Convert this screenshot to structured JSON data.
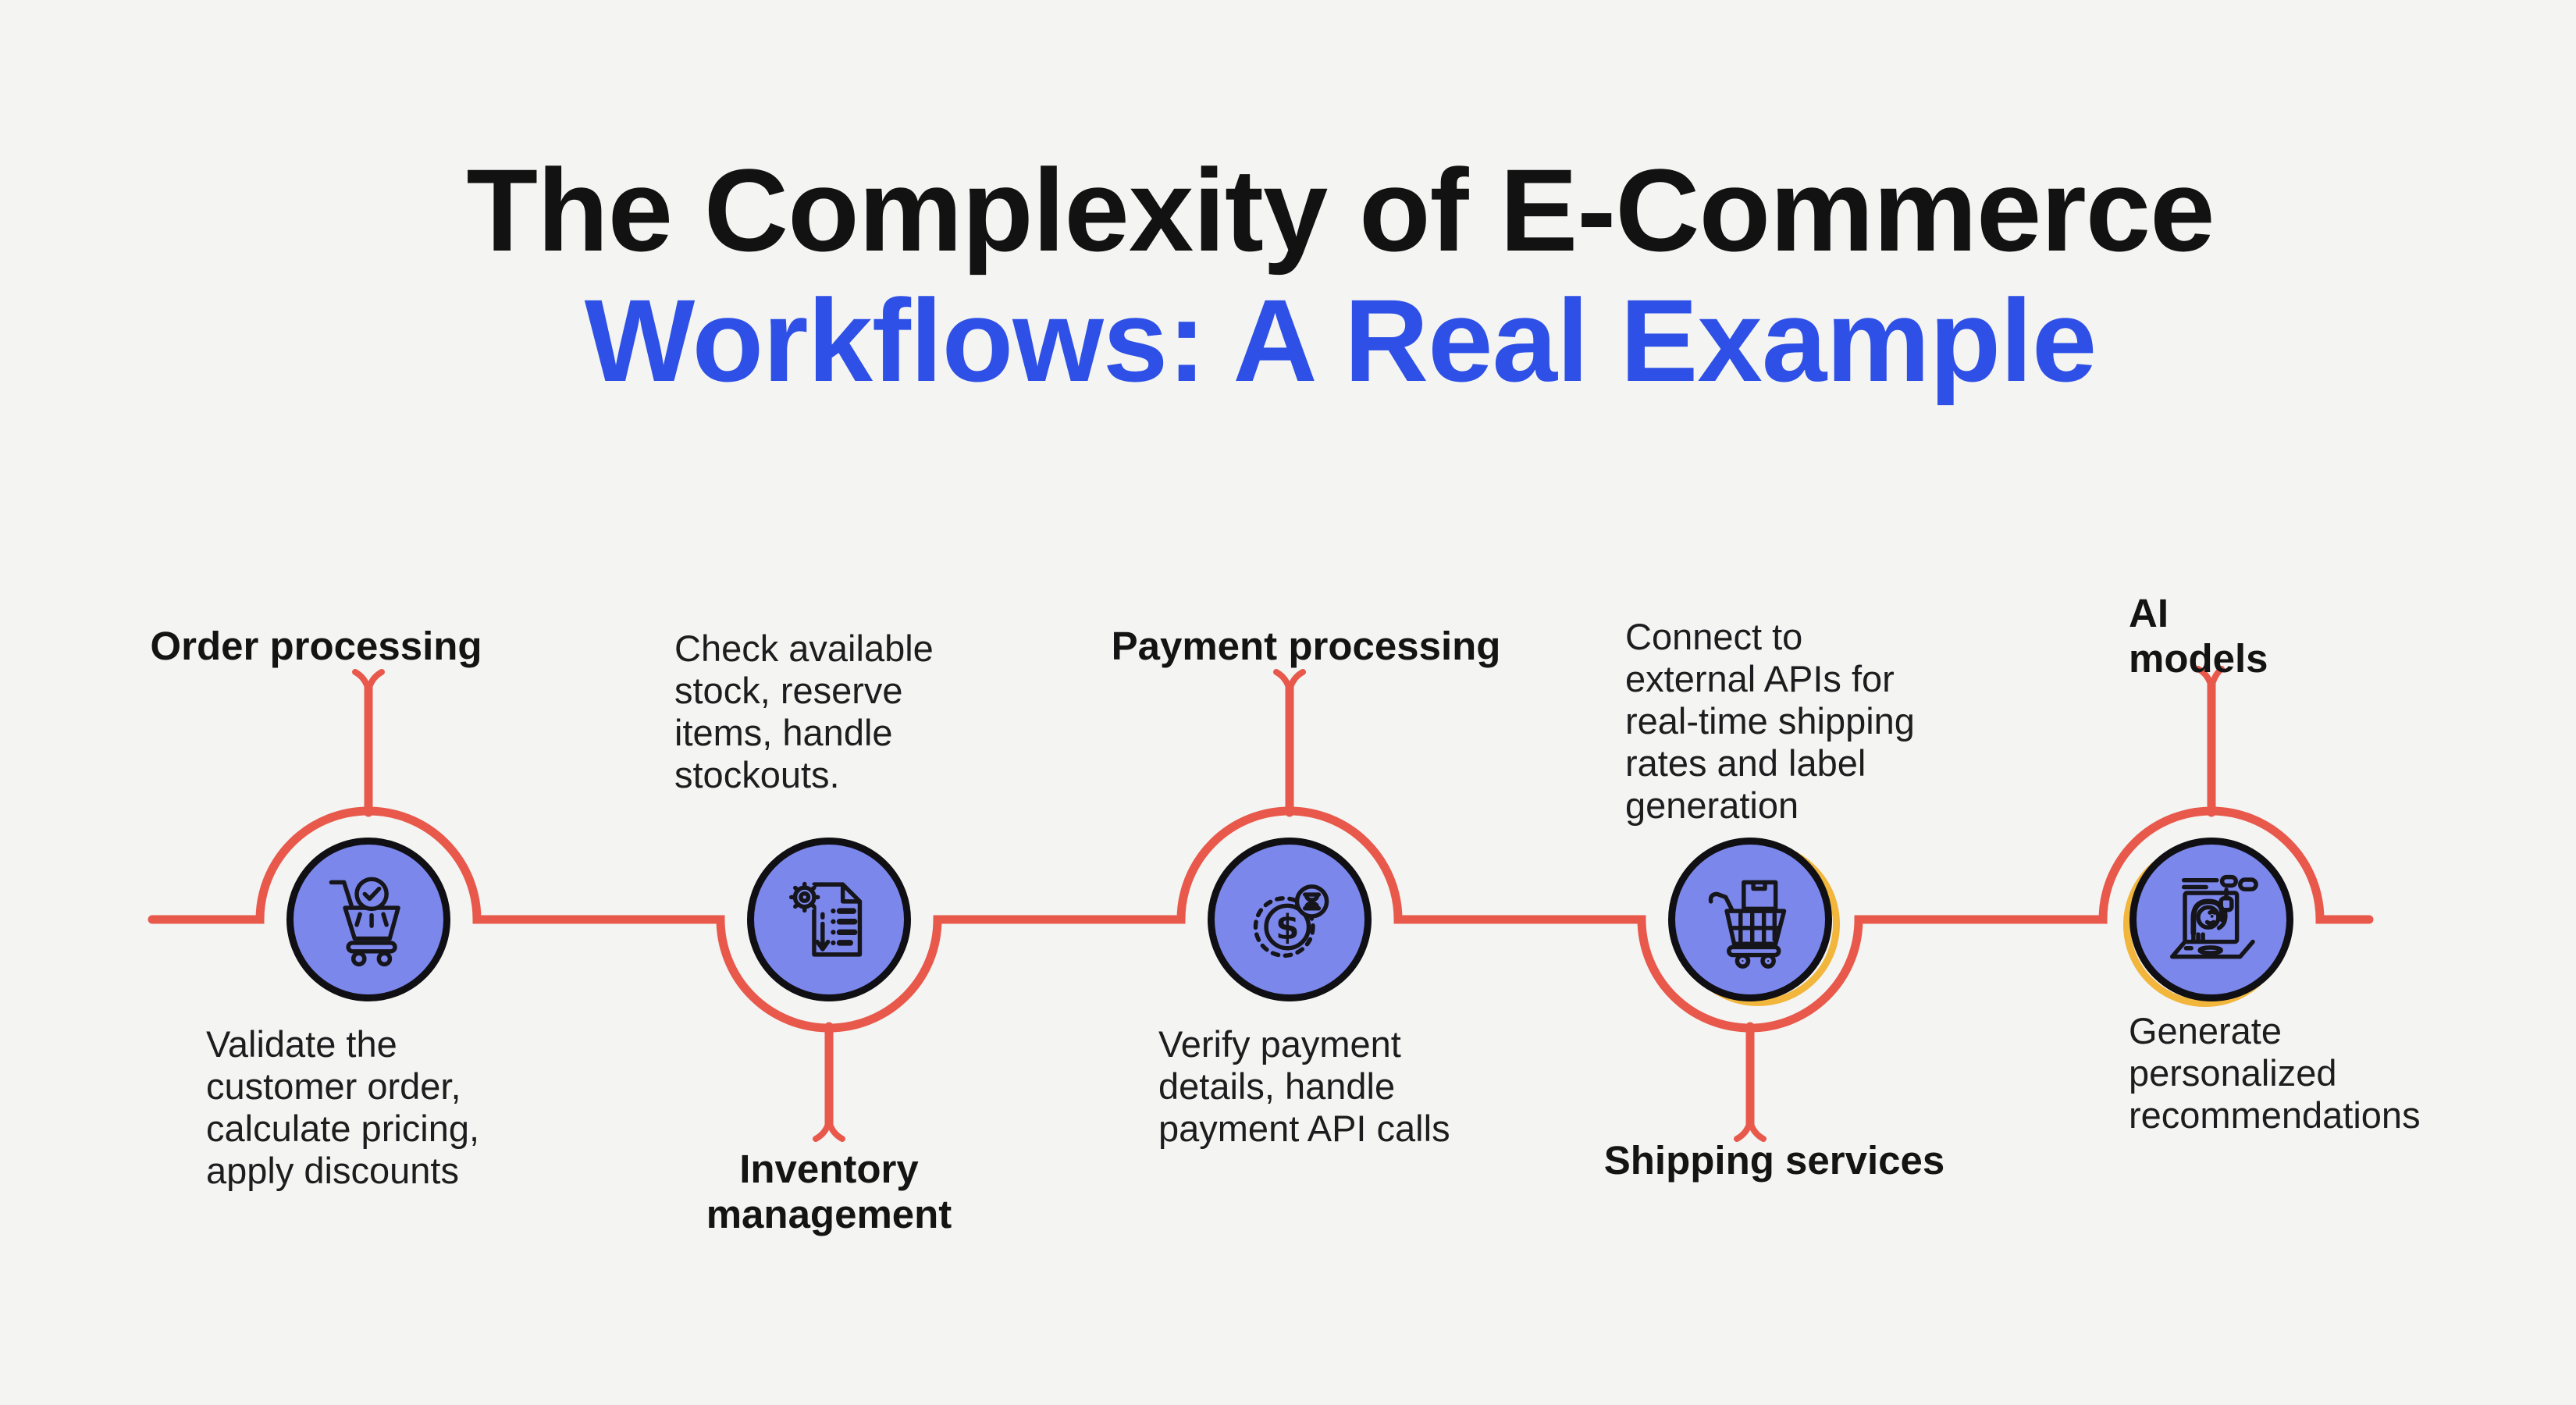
{
  "title": {
    "line1": "The Complexity of E-Commerce",
    "line2": "Workflows: A Real Example"
  },
  "colors": {
    "background": "#f4f4f2",
    "timeline_red": "#e8594c",
    "title_black": "#121212",
    "title_blue": "#2e50e6",
    "node_fill_periwinkle": "#7c87eb",
    "node_outline_black": "#101014",
    "accent_yellow": "#f2b63c",
    "body_text": "#1d1d1f"
  },
  "nodes": [
    {
      "id": "order-processing",
      "label": "Order processing",
      "label_position": "above",
      "description": "Validate the\ncustomer order,\ncalculate pricing,\napply discounts",
      "icon": "cart-check-icon"
    },
    {
      "id": "inventory-management",
      "label": "Inventory\nmanagement",
      "label_position": "below",
      "description": "Check available\nstock, reserve\nitems, handle\nstockouts.",
      "icon": "inventory-document-icon"
    },
    {
      "id": "payment-processing",
      "label": "Payment processing",
      "label_position": "above",
      "description": "Verify payment\ndetails, handle\npayment API calls",
      "icon": "payment-hourglass-icon"
    },
    {
      "id": "shipping-services",
      "label": "Shipping services",
      "label_position": "below",
      "description": "Connect to\nexternal APIs for\nreal-time shipping\nrates and label\ngeneration",
      "icon": "shipping-cart-icon"
    },
    {
      "id": "ai-models",
      "label": "AI\nmodels",
      "label_position": "above",
      "description": "Generate\npersonalized\nrecommendations",
      "icon": "ai-laptop-icon"
    }
  ]
}
